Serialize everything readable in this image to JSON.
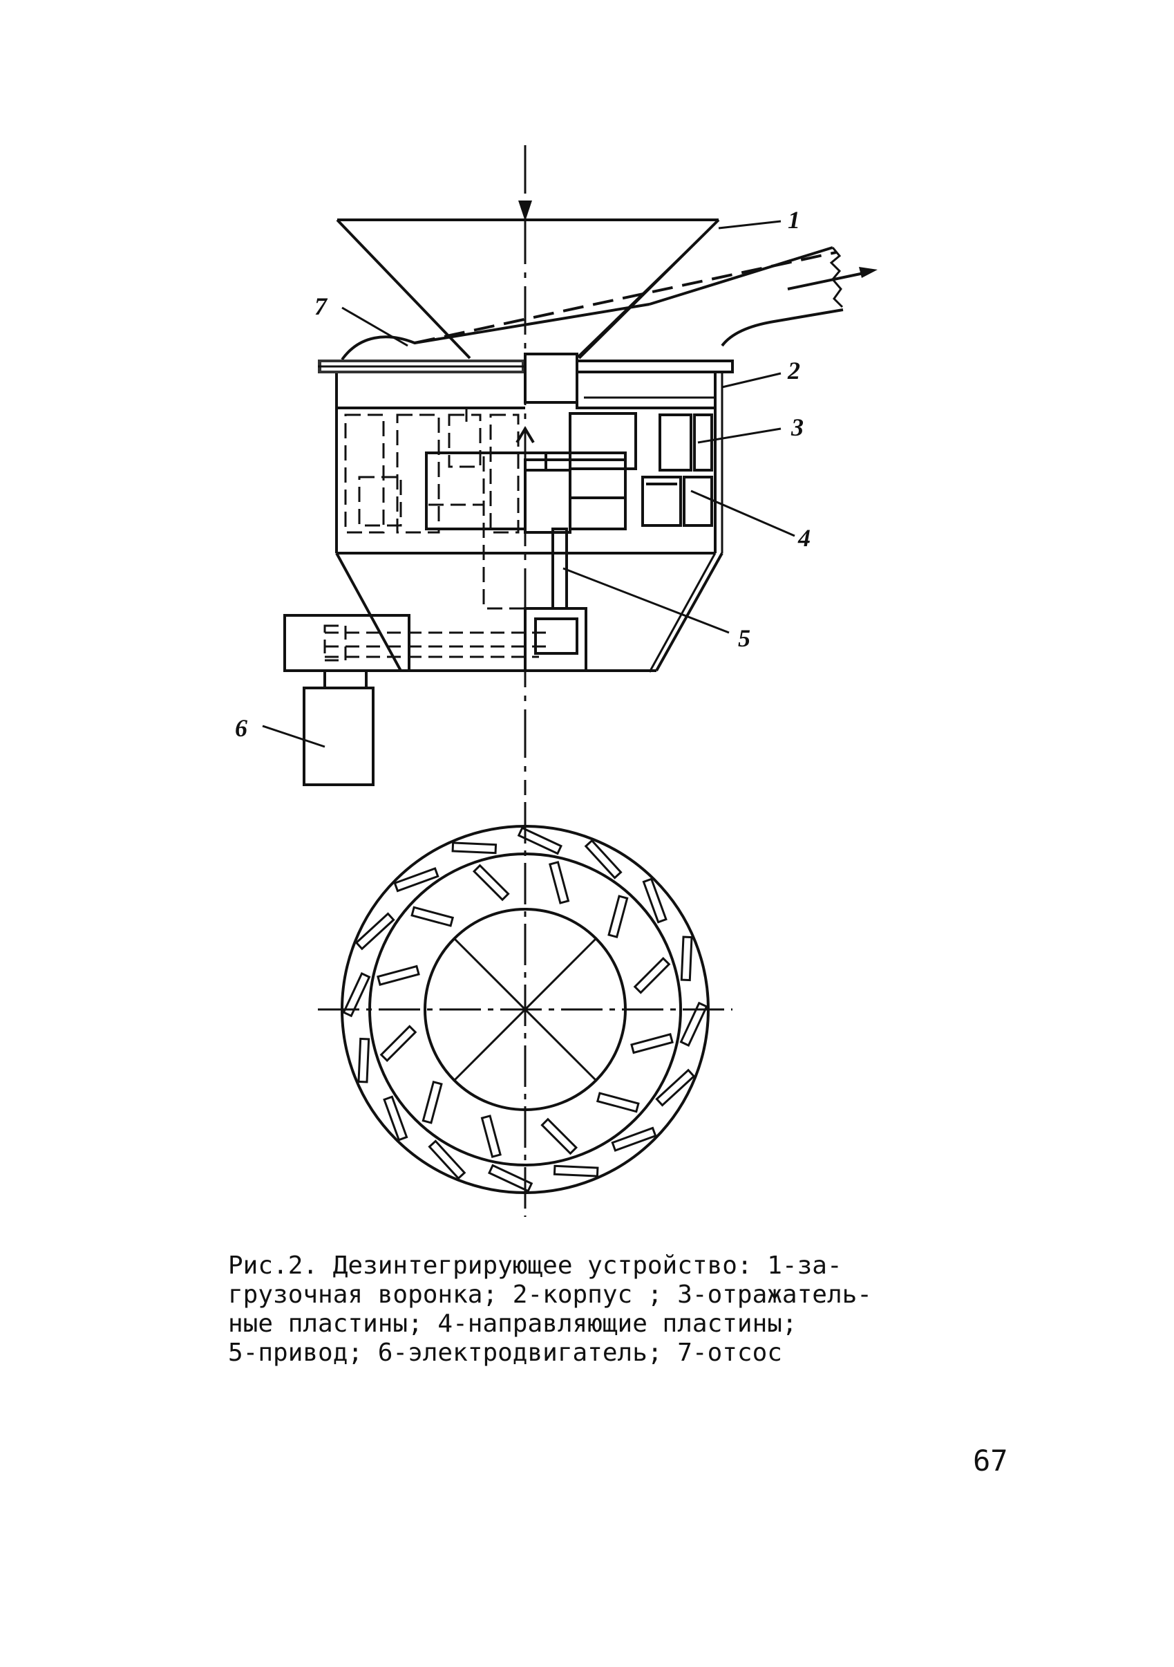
{
  "figure": {
    "labels": {
      "l1": "1",
      "l2": "2",
      "l3": "3",
      "l4": "4",
      "l5": "5",
      "l6": "6",
      "l7": "7"
    }
  },
  "caption": {
    "line1": "Рис.2. Дезинтегрирующее устройство: 1-за-",
    "line2": "грузочная воронка; 2-корпус ; 3-отражатель-",
    "line3": "ные пластины; 4-направляющие пластины;",
    "line4": "5-привод; 6-электродвигатель; 7-отсос"
  },
  "page_number": "67"
}
